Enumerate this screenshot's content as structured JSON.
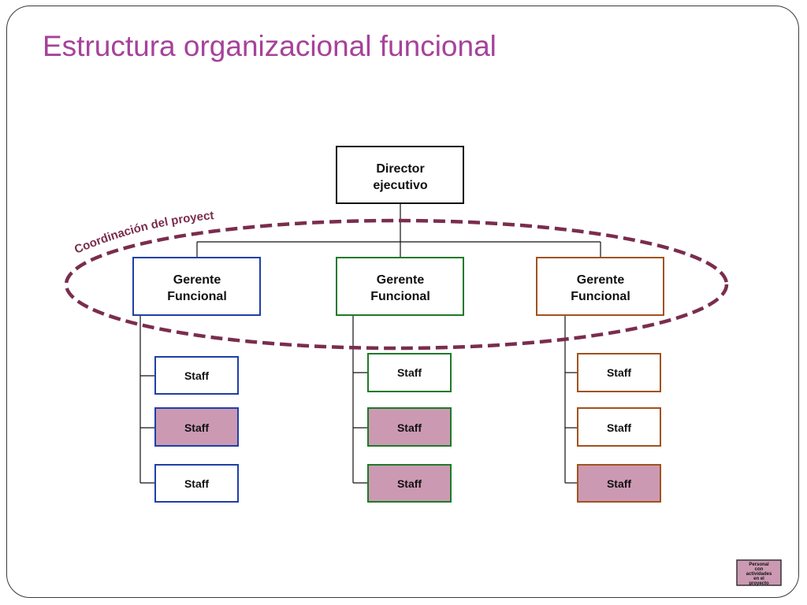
{
  "slide": {
    "title": "Estructura organizacional funcional"
  },
  "diagram": {
    "director": {
      "line1": "Director",
      "line2": "ejecutivo"
    },
    "coordination_label": "Coordinación del proyecto",
    "managers": [
      {
        "line1": "Gerente",
        "line2": "Funcional",
        "color": "#1f3fa8",
        "staff": [
          {
            "label": "Staff",
            "project": false
          },
          {
            "label": "Staff",
            "project": true
          },
          {
            "label": "Staff",
            "project": false
          }
        ]
      },
      {
        "line1": "Gerente",
        "line2": "Funcional",
        "color": "#1e7a2a",
        "staff": [
          {
            "label": "Staff",
            "project": false
          },
          {
            "label": "Staff",
            "project": true
          },
          {
            "label": "Staff",
            "project": true
          }
        ]
      },
      {
        "line1": "Gerente",
        "line2": "Funcional",
        "color": "#a0521d",
        "staff": [
          {
            "label": "Staff",
            "project": false
          },
          {
            "label": "Staff",
            "project": false
          },
          {
            "label": "Staff",
            "project": true
          }
        ]
      }
    ],
    "legend": {
      "lines": [
        "Personal",
        "con",
        "actividades",
        "en el",
        "proyecto"
      ]
    },
    "colors": {
      "project_fill": "#cc99b3",
      "ellipse": "#7a2d4d",
      "title": "#a6429a"
    }
  }
}
